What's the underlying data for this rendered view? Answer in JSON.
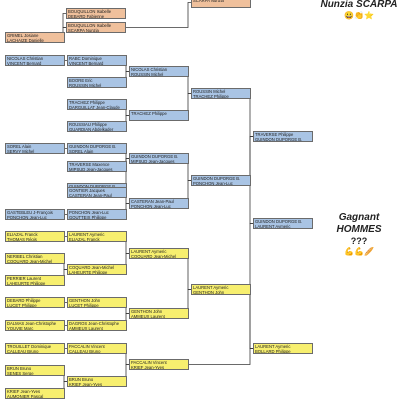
{
  "winners": [
    {
      "id": "w-femmes",
      "name": "Nunzia SCARPA",
      "icons": "😀👏⭐"
    },
    {
      "id": "w-hommes",
      "title": "Gagnant HOMMES",
      "mystery": "???",
      "icons": "💪💪🥖"
    }
  ],
  "colors": {
    "orange": "#efc09c",
    "blue": "#a9c4e4",
    "yellow": "#f7ef6f",
    "line": "#3a3a3a"
  },
  "boxes": [
    {
      "id": "r1-01",
      "c": "orange",
      "l1": "BOUQUILLON Isabelle",
      "l2": "DEBARD Fabienne"
    },
    {
      "id": "r1-02",
      "c": "orange",
      "l1": "GRIMEL Josiane",
      "l2": "LACHAIZE Danielle"
    },
    {
      "id": "r2-01",
      "c": "orange",
      "l1": "BOUQUILLON Isabelle",
      "l2": "SCARPA Nunzia"
    },
    {
      "id": "r3-00",
      "c": "orange",
      "l1": "",
      "l2": "SCARPA Nunzia"
    },
    {
      "id": "r1-03",
      "c": "blue",
      "l1": "NICOLAS Christian",
      "l2": "VINCENT Bernard"
    },
    {
      "id": "r1-04",
      "c": "blue",
      "l1": "SOREL Alain",
      "l2": "SERVY Michel"
    },
    {
      "id": "r1-05",
      "c": "blue",
      "l1": "TRAVERSE Maxence",
      "l2": "MIPSUD Jean-Jacques"
    },
    {
      "id": "r1-06",
      "c": "blue",
      "l1": "GASTEBLEU J-François",
      "l2": "PONCHON Jean-Luc"
    },
    {
      "id": "r2-02",
      "c": "blue",
      "l1": "RABC Dominique",
      "l2": "VINCENT Bernard"
    },
    {
      "id": "r2-03",
      "c": "blue",
      "l1": "BOORE Eric",
      "l2": "ROUSSIN Michel"
    },
    {
      "id": "r2-04",
      "c": "blue",
      "l1": "TRACHEZ Philippe",
      "l2": "DARGUILLAT Jean-Claude"
    },
    {
      "id": "r2-05",
      "c": "blue",
      "l1": "ROUSSIAU Philippe",
      "l2": "GUARDIAN Abdelkader"
    },
    {
      "id": "r2-06",
      "c": "blue",
      "l1": "GUINDON DUPORGE B.",
      "l2": "SOREL Alain"
    },
    {
      "id": "r2-07",
      "c": "blue",
      "l1": "GUINDON DUPORGE B.",
      "l2": "MIPSUD Jean-Jacques"
    },
    {
      "id": "r2-08",
      "c": "blue",
      "l1": "GONTIER Jacques",
      "l2": "CASTERAN Jean-Paul"
    },
    {
      "id": "r2-09",
      "c": "blue",
      "l1": "PONCHON Jean-Luc",
      "l2": "GOUTTEIX Philippe"
    },
    {
      "id": "r3-01",
      "c": "blue",
      "l1": "NICOLAS Christian",
      "l2": "ROUSSIN Michel"
    },
    {
      "id": "r3-02",
      "c": "blue",
      "l1": "TRACHEZ Philippe",
      "l2": ""
    },
    {
      "id": "r3-03",
      "c": "blue",
      "l1": "GUINDON DUPORGE B.",
      "l2": "MIPSUD Jean-Jacques"
    },
    {
      "id": "r3-04",
      "c": "blue",
      "l1": "CASTERAN Jean-Paul",
      "l2": "PONCHON Jean-Luc"
    },
    {
      "id": "r4-01",
      "c": "blue",
      "l1": "ROUSSIN Michel",
      "l2": "TRACHEZ Philippe"
    },
    {
      "id": "r4-02",
      "c": "blue",
      "l1": "GUINDON DUPORGE B.",
      "l2": "PONCHON Jean-Luc"
    },
    {
      "id": "r5-01",
      "c": "blue",
      "l1": "TRAVERSE Philippe",
      "l2": "GUINDON DUPORGE B."
    },
    {
      "id": "r6-01",
      "c": "blue",
      "l1": "GUINDON DUPORGE B.",
      "l2": "LAURENT Aymeric"
    },
    {
      "id": "r1-07",
      "c": "yellow",
      "l1": "ELIAZAL Franck",
      "l2": "THOMAS Régis"
    },
    {
      "id": "r1-08",
      "c": "yellow",
      "l1": "NERIBEL Christian",
      "l2": "COQUARD Jean-Michel"
    },
    {
      "id": "r1-09",
      "c": "yellow",
      "l1": "PERRIER Laurent",
      "l2": "LAHEURTE Philippe"
    },
    {
      "id": "r1-10",
      "c": "yellow",
      "l1": "DEBARD Philippe",
      "l2": "LUCET Philippe"
    },
    {
      "id": "r1-11",
      "c": "yellow",
      "l1": "DALMAS Jean-Christophe",
      "l2": "YOUVIE Marc"
    },
    {
      "id": "r1-12",
      "c": "yellow",
      "l1": "TROUILLET Dominique",
      "l2": "CALLEAU Bruno"
    },
    {
      "id": "r1-13",
      "c": "yellow",
      "l1": "BRUN Bruno",
      "l2": "SENES Serge"
    },
    {
      "id": "r1-14",
      "c": "yellow",
      "l1": "KRIEF Jean-Yves",
      "l2": "AUMONIER Pascal"
    },
    {
      "id": "r2-10",
      "c": "yellow",
      "l1": "LAURENT Aymeric",
      "l2": "ELIAZAL Franck"
    },
    {
      "id": "r2-11",
      "c": "yellow",
      "l1": "COQUARD Jean-Michel",
      "l2": "LAHEURTE Philippe"
    },
    {
      "id": "r2-12",
      "c": "yellow",
      "l1": "GENTHON John",
      "l2": "LUCET Philippe"
    },
    {
      "id": "r2-13",
      "c": "yellow",
      "l1": "DAGROS Jean-Christophe",
      "l2": "AMMEUX Laurent"
    },
    {
      "id": "r2-14",
      "c": "yellow",
      "l1": "PACCALIN Vincent",
      "l2": "CALLEAU Bruno"
    },
    {
      "id": "r2-15",
      "c": "yellow",
      "l1": "BRUN Bruno",
      "l2": "KRIEF Jean-Yves"
    },
    {
      "id": "r3-05",
      "c": "yellow",
      "l1": "LAURENT Aymeric",
      "l2": "COQUARD Jean-Michel"
    },
    {
      "id": "r3-06",
      "c": "yellow",
      "l1": "GENTHON John",
      "l2": "AMMEUX Laurent"
    },
    {
      "id": "r3-07",
      "c": "yellow",
      "l1": "PACCALIN Vincent",
      "l2": "KRIEF Jean-Yves"
    },
    {
      "id": "r4-03",
      "c": "yellow",
      "l1": "LAURENT Aymeric",
      "l2": "GENTHON John"
    },
    {
      "id": "r5-02",
      "c": "yellow",
      "l1": "LAURENT Aymeric",
      "l2": "BOLLARD Philippe"
    }
  ]
}
